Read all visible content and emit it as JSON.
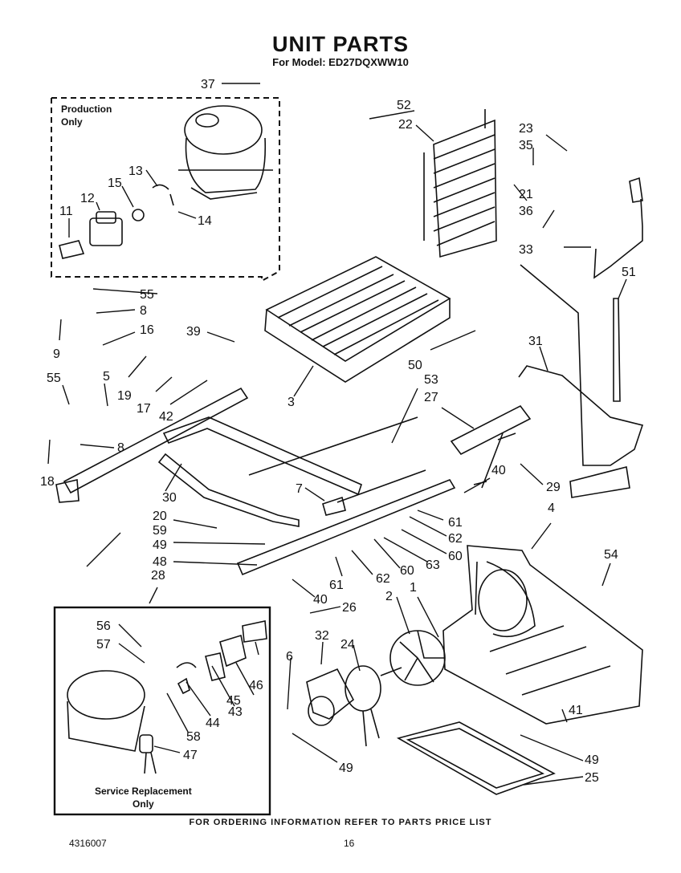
{
  "header": {
    "title": "UNIT PARTS",
    "subtitle": "For Model: ED27DQXWW10"
  },
  "boxes": {
    "production": {
      "line1": "Production",
      "line2": "Only"
    },
    "service": {
      "line1": "Service Replacement",
      "line2": "Only"
    }
  },
  "footer": {
    "ordering_note": "FOR ORDERING INFORMATION REFER TO PARTS PRICE LIST",
    "doc_number": "4316007",
    "page_number": "16"
  },
  "callouts": [
    "37",
    "52",
    "22",
    "23",
    "35",
    "13",
    "15",
    "12",
    "11",
    "14",
    "21",
    "36",
    "33",
    "55",
    "8",
    "16",
    "39",
    "51",
    "9",
    "19",
    "17",
    "42",
    "5",
    "3",
    "50",
    "31",
    "55",
    "53",
    "27",
    "18",
    "8",
    "7",
    "40",
    "29",
    "30",
    "20",
    "59",
    "49",
    "48",
    "61",
    "62",
    "60",
    "63",
    "4",
    "54",
    "28",
    "40",
    "26",
    "2",
    "1",
    "56",
    "57",
    "32",
    "24",
    "6",
    "46",
    "45",
    "43",
    "44",
    "58",
    "47",
    "41",
    "49",
    "49",
    "25",
    "61",
    "62",
    "60"
  ]
}
